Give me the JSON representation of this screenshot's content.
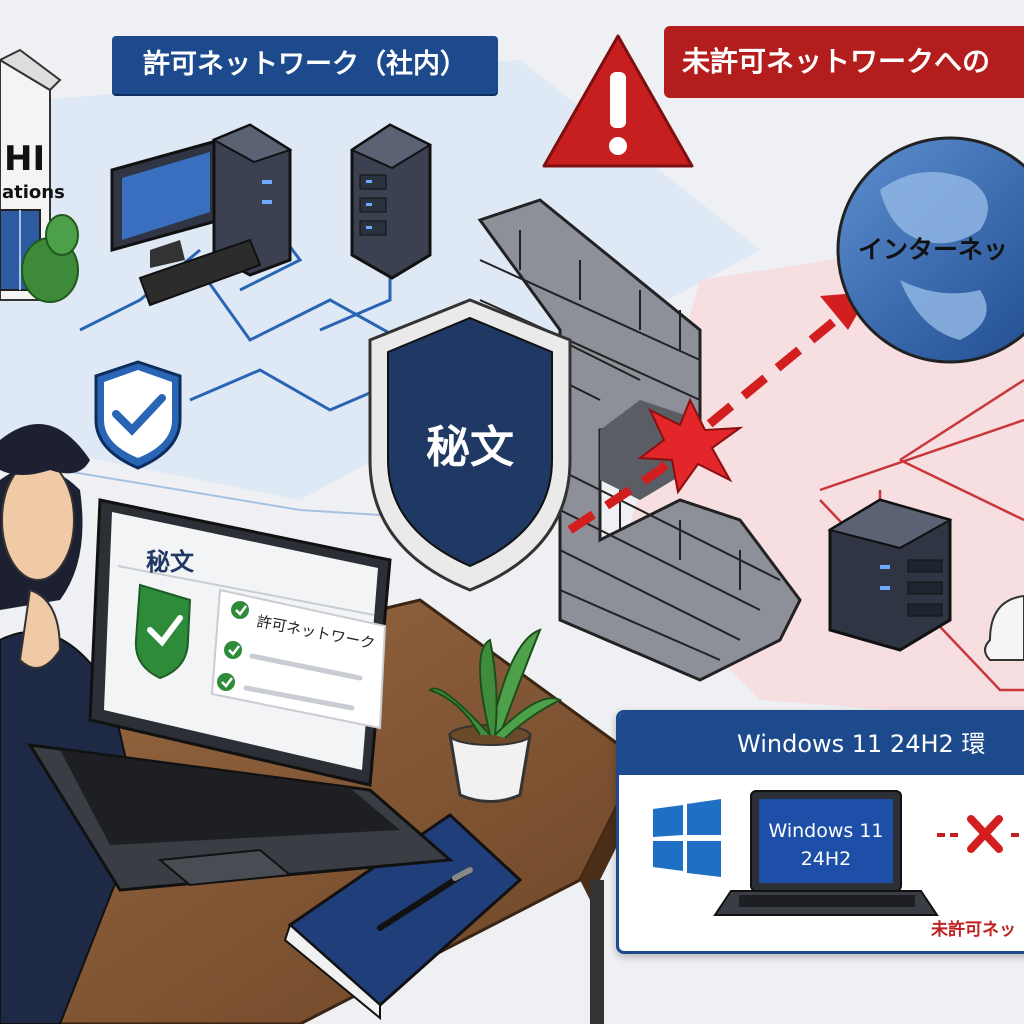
{
  "allowed_network": {
    "title": "許可ネットワーク（社内）",
    "building_sign": "HI\nations"
  },
  "unauthorized_network": {
    "title": "未許可ネットワークへの",
    "internet_label": "インターネッ"
  },
  "shield": {
    "label": "秘文"
  },
  "laptop_screen": {
    "app_name": "秘文",
    "items": [
      {
        "label": "許可ネットワーク"
      },
      {
        "label": ""
      },
      {
        "label": ""
      }
    ]
  },
  "windows_panel": {
    "title": "Windows 11 24H2 環",
    "laptop_text_line1": "Windows 11",
    "laptop_text_line2": "24H2",
    "blocked_label": "未許可ネッ"
  },
  "colors": {
    "brand_blue": "#1d4a8c",
    "alert_red": "#b31d1d",
    "safe_green": "#2e8b3a",
    "allowed_zone": "#d9e6f5",
    "blocked_zone": "#f7d9dc"
  }
}
